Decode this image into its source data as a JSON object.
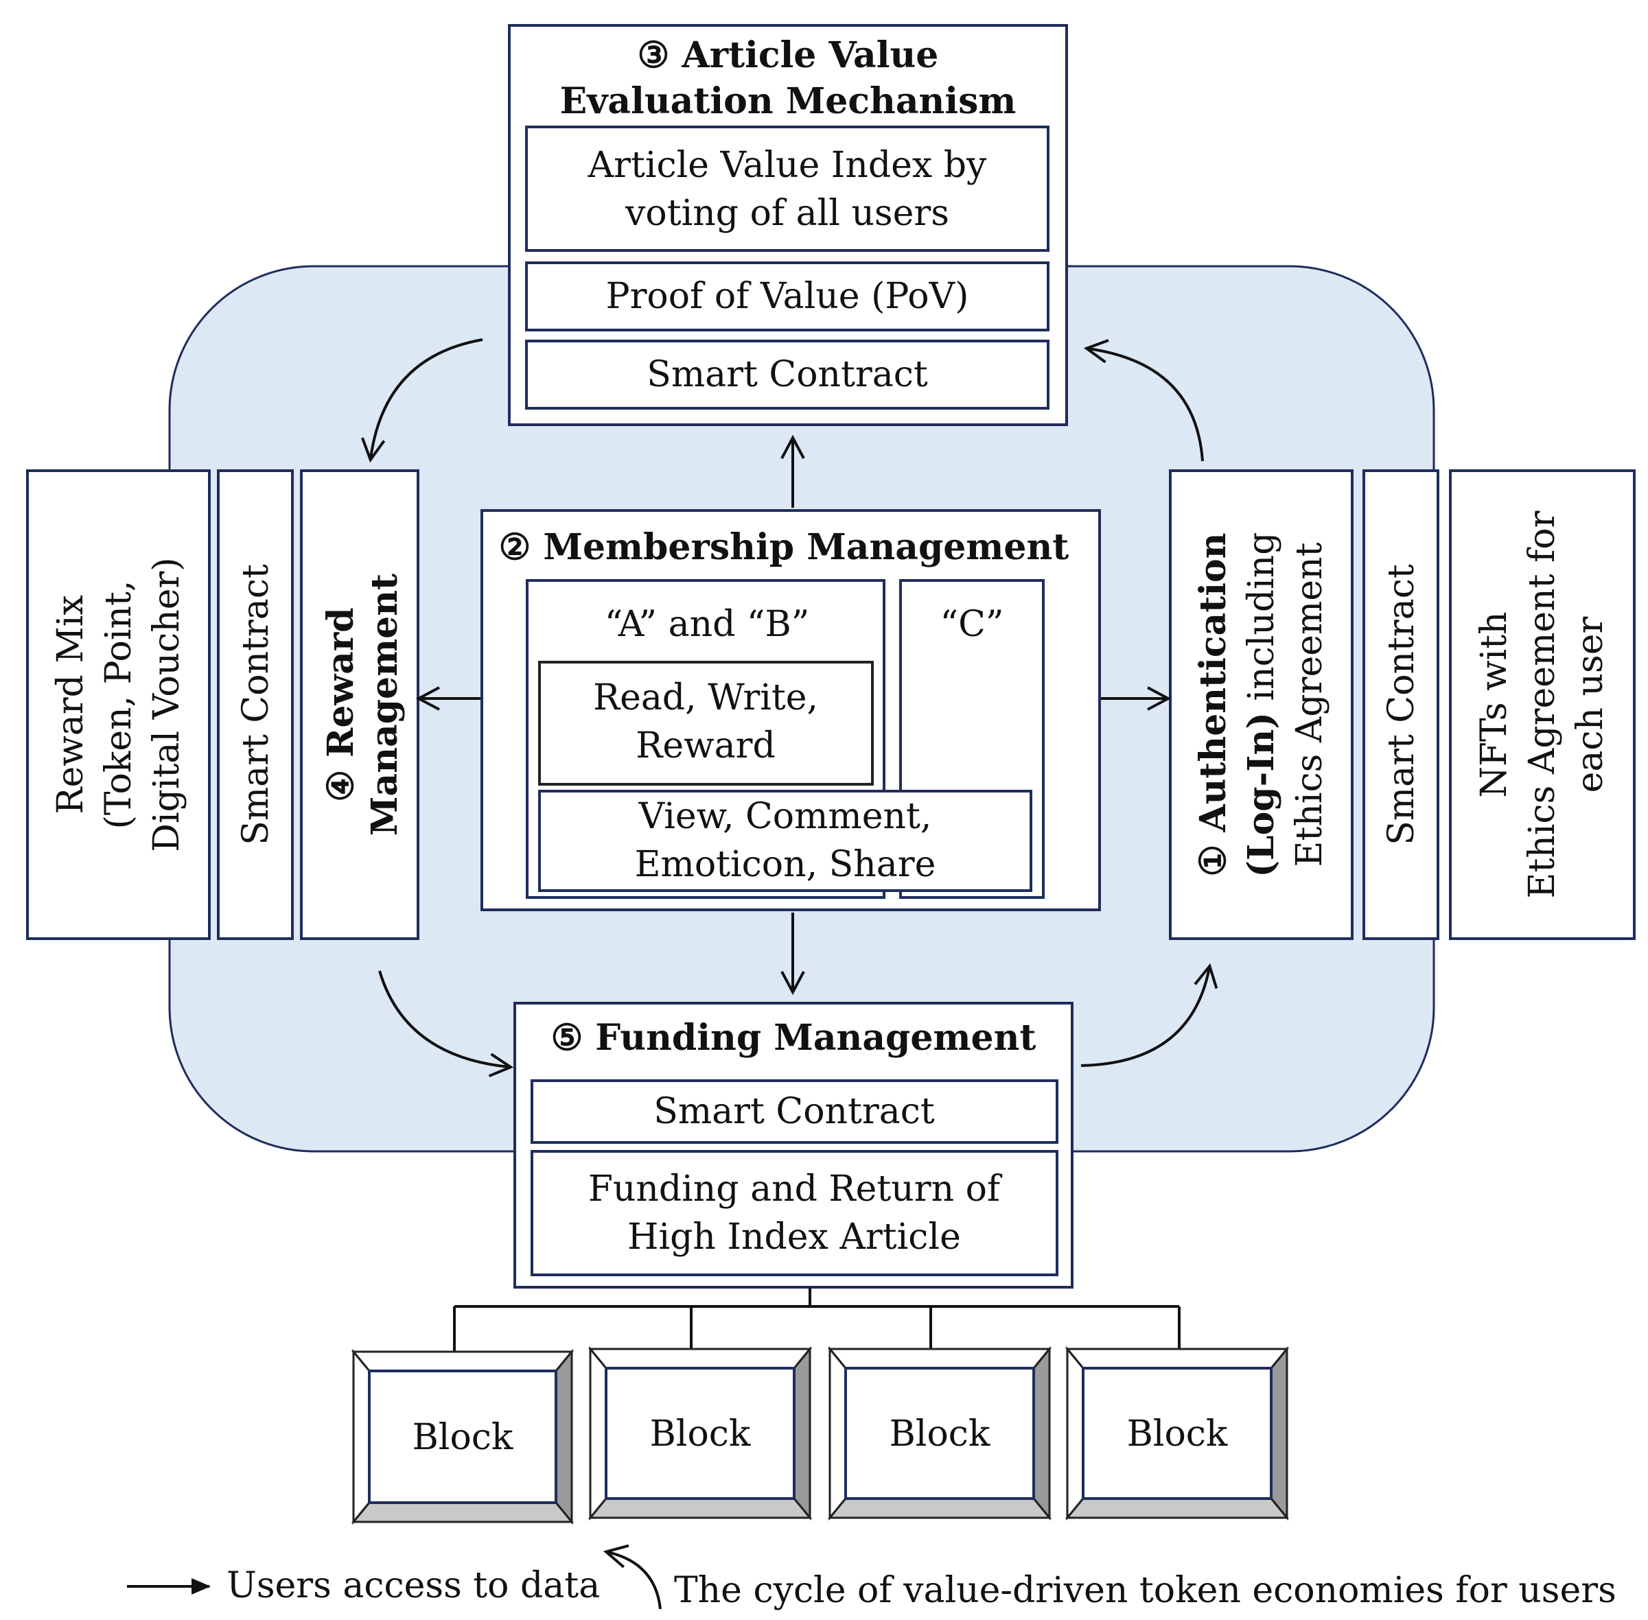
{
  "colors": {
    "cycle_background": "#dde8f5",
    "box_border": "#1f2d5c"
  },
  "article_value": {
    "number": "③",
    "title_line1": "Article Value",
    "title_line2": "Evaluation Mechanism",
    "index_line1": "Article Value Index by",
    "index_line2": "voting of all users",
    "pov": "Proof of Value (PoV)",
    "smart_contract": "Smart Contract"
  },
  "membership": {
    "number": "②",
    "title": "Membership Management",
    "group_ab": "“A” and “B”",
    "group_c": "“C”",
    "rwr_line1": "Read, Write,",
    "rwr_line2": "Reward",
    "vces_line1": "View, Comment,",
    "vces_line2": "Emoticon, Share"
  },
  "reward": {
    "number": "④",
    "title_line1": "Reward",
    "title_line2": "Management",
    "smart_contract": "Smart Contract",
    "mix_line1": "Reward Mix",
    "mix_line2": "(Token, Point,",
    "mix_line3": "Digital Voucher)"
  },
  "authentication": {
    "number": "①",
    "title_bold1": "Authentication",
    "title_bold2": "(Log-In)",
    "title_rest2": "including",
    "title_line3": "Ethics Agreement",
    "smart_contract": "Smart Contract",
    "nft_line1": "NFTs with",
    "nft_line2": "Ethics Agreement for",
    "nft_line3": "each user"
  },
  "funding": {
    "number": "⑤",
    "title": "Funding Management",
    "smart_contract": "Smart Contract",
    "desc_line1": "Funding and Return of",
    "desc_line2": "High Index Article"
  },
  "blocks": [
    "Block",
    "Block",
    "Block",
    "Block"
  ],
  "legend": {
    "straight": "Users access to data",
    "curved": "The cycle of value-driven token economies for users"
  }
}
